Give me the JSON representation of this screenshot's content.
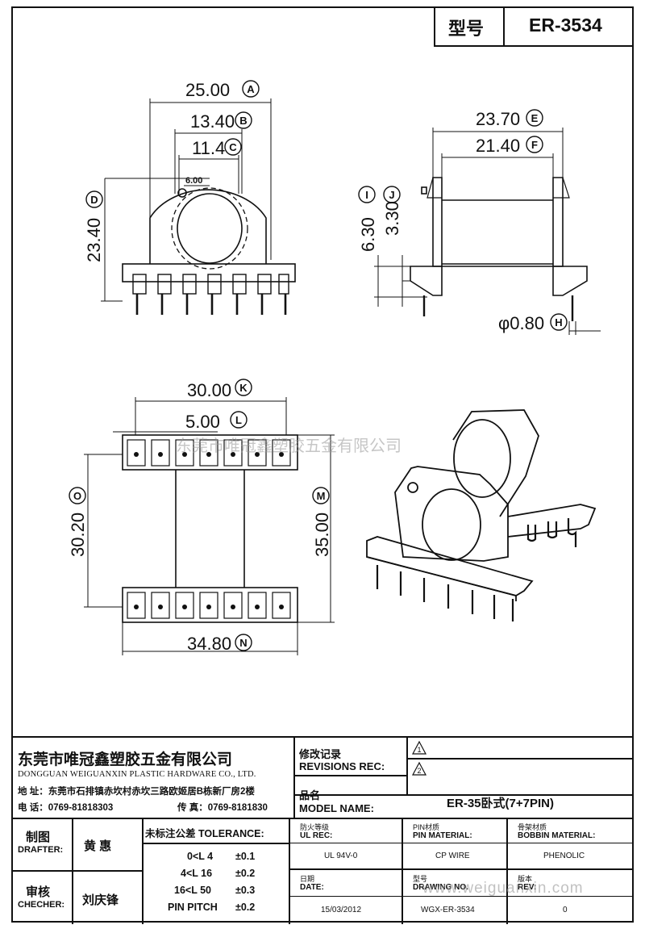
{
  "header": {
    "type_label": "型号",
    "model": "ER-3534"
  },
  "dimensions": {
    "A": "25.00",
    "B": "13.40",
    "C": "11.4",
    "D": "23.40",
    "hole": "6.00",
    "E": "23.70",
    "F": "21.40",
    "I": "6.30",
    "J": "3.30",
    "H": "φ0.80",
    "K": "30.00",
    "L": "5.00",
    "O": "30.20",
    "M": "35.00",
    "N": "34.80"
  },
  "letters": [
    "A",
    "B",
    "C",
    "D",
    "E",
    "F",
    "H",
    "I",
    "J",
    "K",
    "L",
    "M",
    "N",
    "O"
  ],
  "watermark_cn": "东莞市唯冠鑫塑胶五金有限公司",
  "watermark_url": "www.weiguanxin.com",
  "company": {
    "name_cn": "东莞市唯冠鑫塑胶五金有限公司",
    "name_en": "DONGGUAN WEIGUANXIN PLASTIC HARDWARE CO., LTD.",
    "address": "地 址：东莞市石排镇赤坎村赤坎三路欧姬居B栋新厂房2楼",
    "phone": "电 话：0769-81818303",
    "fax": "传 真：0769-8181830"
  },
  "revisions": {
    "label_cn": "修改记录",
    "label_en": "REVISIONS REC:",
    "rev1": "1",
    "rev2": "2"
  },
  "model": {
    "label_cn": "品名",
    "label_en": "MODEL NAME:",
    "value": "ER-35卧式(7+7PIN)"
  },
  "drafter": {
    "label_cn": "制图",
    "label_en": "DRAFTER:",
    "name": "黄 惠"
  },
  "checker": {
    "label_cn": "审核",
    "label_en": "CHECHER:",
    "name": "刘庆锋"
  },
  "tolerance": {
    "label": "未标注公差 TOLERANCE:",
    "rows": [
      {
        "range": "0<L  4",
        "value": "±0.1"
      },
      {
        "range": "4<L  16",
        "value": "±0.2"
      },
      {
        "range": "16<L  50",
        "value": "±0.3"
      },
      {
        "range": "PIN PITCH",
        "value": "±0.2"
      }
    ]
  },
  "specs": {
    "ul_label_cn": "防火等级",
    "ul_label_en": "UL REC:",
    "ul_value": "UL 94V-0",
    "pin_label_cn": "PIN材质",
    "pin_label_en": "PIN MATERIAL:",
    "pin_value": "CP WIRE",
    "bobbin_label_cn": "骨架材质",
    "bobbin_label_en": "BOBBIN MATERIAL:",
    "bobbin_value": "PHENOLIC",
    "date_label_cn": "日期",
    "date_label_en": "DATE:",
    "date_value": "15/03/2012",
    "drawing_label_cn": "型号",
    "drawing_label_en": "DRAWING NO.",
    "drawing_value": "WGX-ER-3534",
    "rev_label_cn": "版本",
    "rev_label_en": "REV:",
    "rev_value": "0"
  }
}
